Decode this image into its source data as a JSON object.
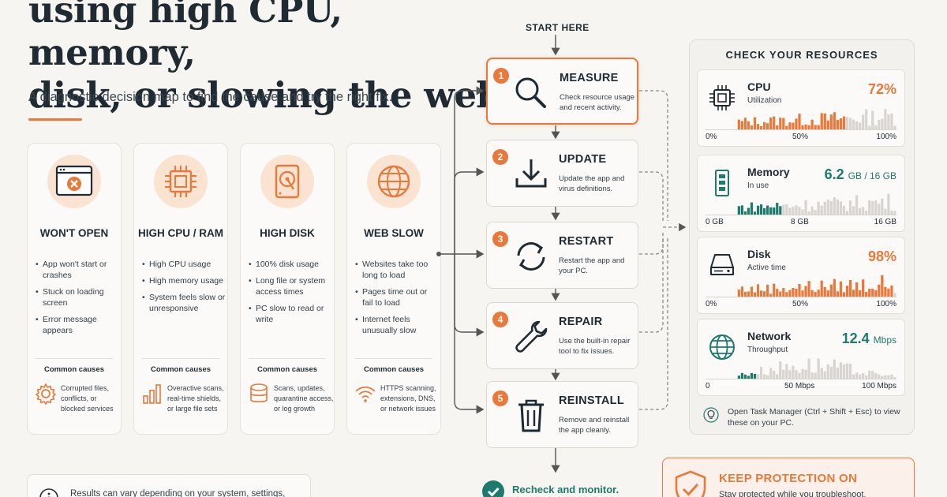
{
  "header": {
    "title_line1": "using high CPU, memory,",
    "title_line2": "disk, or slowing the web",
    "subtitle": "A diagnostic decision map to find the cause and try the right fix."
  },
  "categories": [
    {
      "icon": "browser-error-icon",
      "title": "WON'T OPEN",
      "bullets": [
        "App won't start or crashes",
        "Stuck on loading screen",
        "Error message appears"
      ],
      "causes_label": "Common causes",
      "causes_icon": "gear-icon",
      "causes_text": "Corrupted files, conflicts, or blocked services"
    },
    {
      "icon": "cpu-icon",
      "title": "HIGH CPU / RAM",
      "bullets": [
        "High CPU usage",
        "High memory usage",
        "System feels slow or unresponsive"
      ],
      "causes_label": "Common causes",
      "causes_icon": "bar-chart-icon",
      "causes_text": "Overactive scans, real-time shields, or large file sets"
    },
    {
      "icon": "hard-disk-icon",
      "title": "HIGH DISK",
      "bullets": [
        "100% disk usage",
        "Long file or system access times",
        "PC slow to read or write"
      ],
      "causes_label": "Common causes",
      "causes_icon": "database-icon",
      "causes_text": "Scans, updates, quarantine access, or log growth"
    },
    {
      "icon": "globe-icon",
      "title": "WEB SLOW",
      "bullets": [
        "Websites take too long to load",
        "Pages time out or fail to load",
        "Internet feels unusually slow"
      ],
      "causes_label": "Common causes",
      "causes_icon": "wifi-icon",
      "causes_text": "HTTPS scanning, extensions, DNS, or network issues"
    }
  ],
  "flow": {
    "start_label": "START HERE",
    "steps": [
      {
        "num": "1",
        "icon": "magnifier-icon",
        "title": "MEASURE",
        "desc": "Check resource usage and recent activity."
      },
      {
        "num": "2",
        "icon": "download-icon",
        "title": "UPDATE",
        "desc": "Update the app and virus definitions."
      },
      {
        "num": "3",
        "icon": "refresh-icon",
        "title": "RESTART",
        "desc": "Restart the app and your PC."
      },
      {
        "num": "4",
        "icon": "wrench-icon",
        "title": "REPAIR",
        "desc": "Use the built-in repair tool to fix issues."
      },
      {
        "num": "5",
        "icon": "trash-icon",
        "title": "REINSTALL",
        "desc": "Remove and reinstall the app cleanly."
      }
    ],
    "recheck_label": "Recheck and monitor."
  },
  "resources": {
    "title": "CHECK YOUR RESOURCES",
    "items": [
      {
        "icon": "cpu-icon",
        "name": "CPU",
        "sub": "Utilization",
        "value": "72%",
        "value_unit": "",
        "color": "#e8793a",
        "level": 0.72,
        "ticks": [
          "0%",
          "50%",
          "100%"
        ]
      },
      {
        "icon": "memory-icon",
        "name": "Memory",
        "sub": "In use",
        "value": "6.2",
        "value_unit": "GB / 16 GB",
        "color": "#1d7a6c",
        "level": 0.39,
        "ticks": [
          "0 GB",
          "8 GB",
          "16 GB"
        ]
      },
      {
        "icon": "disk-drive-icon",
        "name": "Disk",
        "sub": "Active time",
        "value": "98%",
        "value_unit": "",
        "color": "#e8793a",
        "level": 0.98,
        "ticks": [
          "0%",
          "50%",
          "100%"
        ]
      },
      {
        "icon": "globe-icon",
        "name": "Network",
        "sub": "Throughput",
        "value": "12.4",
        "value_unit": "Mbps",
        "color": "#1d7a6c",
        "level": 0.25,
        "ticks": [
          "0",
          "50 Mbps",
          "100 Mbps"
        ]
      }
    ],
    "tip": "Open Task Manager (Ctrl + Shift + Esc) to view these on your PC."
  },
  "protection": {
    "title": "KEEP PROTECTION ON",
    "sub": "Stay protected while you troubleshoot."
  },
  "result_note": "Results can vary depending on your system, settings,",
  "colors": {
    "accent": "#e8793a",
    "teal": "#1d7a6c",
    "dark": "#1f2a33"
  }
}
